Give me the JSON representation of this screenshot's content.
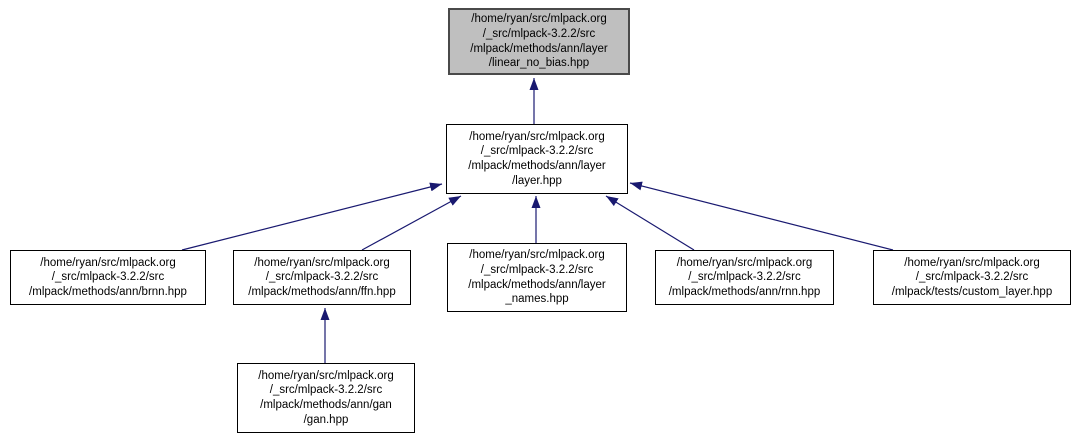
{
  "diagram": {
    "type": "doxygen-include-dependency-graph",
    "colors": {
      "background": "#ffffff",
      "arrow": "#191970",
      "node_fill": "#ffffff",
      "node_border": "#000000",
      "highlight_fill": "#bfbfbf",
      "highlight_border": "#4a4a4a"
    },
    "nodes": [
      {
        "id": "linear_no_bias",
        "highlighted": true,
        "lines": [
          "/home/ryan/src/mlpack.org",
          "/_src/mlpack-3.2.2/src",
          "/mlpack/methods/ann/layer",
          "/linear_no_bias.hpp"
        ]
      },
      {
        "id": "layer",
        "highlighted": false,
        "lines": [
          "/home/ryan/src/mlpack.org",
          "/_src/mlpack-3.2.2/src",
          "/mlpack/methods/ann/layer",
          "/layer.hpp"
        ]
      },
      {
        "id": "brnn",
        "highlighted": false,
        "lines": [
          "/home/ryan/src/mlpack.org",
          "/_src/mlpack-3.2.2/src",
          "/mlpack/methods/ann/brnn.hpp"
        ]
      },
      {
        "id": "ffn",
        "highlighted": false,
        "lines": [
          "/home/ryan/src/mlpack.org",
          "/_src/mlpack-3.2.2/src",
          "/mlpack/methods/ann/ffn.hpp"
        ]
      },
      {
        "id": "layer_names",
        "highlighted": false,
        "lines": [
          "/home/ryan/src/mlpack.org",
          "/_src/mlpack-3.2.2/src",
          "/mlpack/methods/ann/layer",
          "_names.hpp"
        ]
      },
      {
        "id": "rnn",
        "highlighted": false,
        "lines": [
          "/home/ryan/src/mlpack.org",
          "/_src/mlpack-3.2.2/src",
          "/mlpack/methods/ann/rnn.hpp"
        ]
      },
      {
        "id": "custom_layer",
        "highlighted": false,
        "lines": [
          "/home/ryan/src/mlpack.org",
          "/_src/mlpack-3.2.2/src",
          "/mlpack/tests/custom_layer.hpp"
        ]
      },
      {
        "id": "gan",
        "highlighted": false,
        "lines": [
          "/home/ryan/src/mlpack.org",
          "/_src/mlpack-3.2.2/src",
          "/mlpack/methods/ann/gan",
          "/gan.hpp"
        ]
      }
    ],
    "edges": [
      {
        "from": "layer.hpp",
        "to": "linear_no_bias.hpp"
      },
      {
        "from": "brnn.hpp",
        "to": "layer.hpp"
      },
      {
        "from": "ffn.hpp",
        "to": "layer.hpp"
      },
      {
        "from": "layer_names.hpp",
        "to": "layer.hpp"
      },
      {
        "from": "rnn.hpp",
        "to": "layer.hpp"
      },
      {
        "from": "custom_layer.hpp",
        "to": "layer.hpp"
      },
      {
        "from": "gan.hpp",
        "to": "ffn.hpp"
      }
    ]
  }
}
